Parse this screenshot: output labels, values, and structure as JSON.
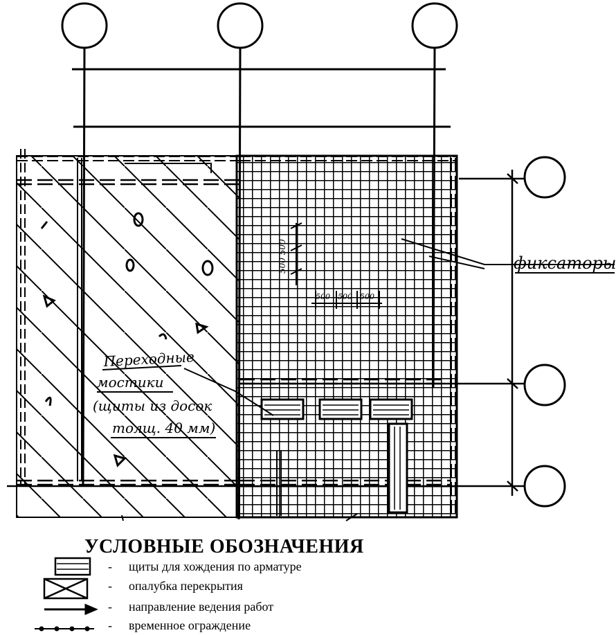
{
  "labels": {
    "fixators": "фиксаторы",
    "bridges_line1": "Переходные",
    "bridges_line2": "мостики",
    "bridges_line3": "(щиты из досок",
    "bridges_line4": "толщ. 40 мм)",
    "dim_vertical": "500 500",
    "dim_h1": "500",
    "dim_h2": "500",
    "dim_h3": "500"
  },
  "legend": {
    "title": "УСЛОВНЫЕ ОБОЗНАЧЕНИЯ",
    "items": [
      {
        "symbol": "boards-symbol",
        "dash": "-",
        "text": "щиты для хождения по арматуре"
      },
      {
        "symbol": "formwork-symbol",
        "dash": "-",
        "text": "опалубка перекрытия"
      },
      {
        "symbol": "arrow-line-symbol",
        "dash": "-",
        "text": "направление ведения работ"
      },
      {
        "symbol": "dotted-line-symbol",
        "dash": "-",
        "text": "временное ограждение"
      }
    ]
  }
}
